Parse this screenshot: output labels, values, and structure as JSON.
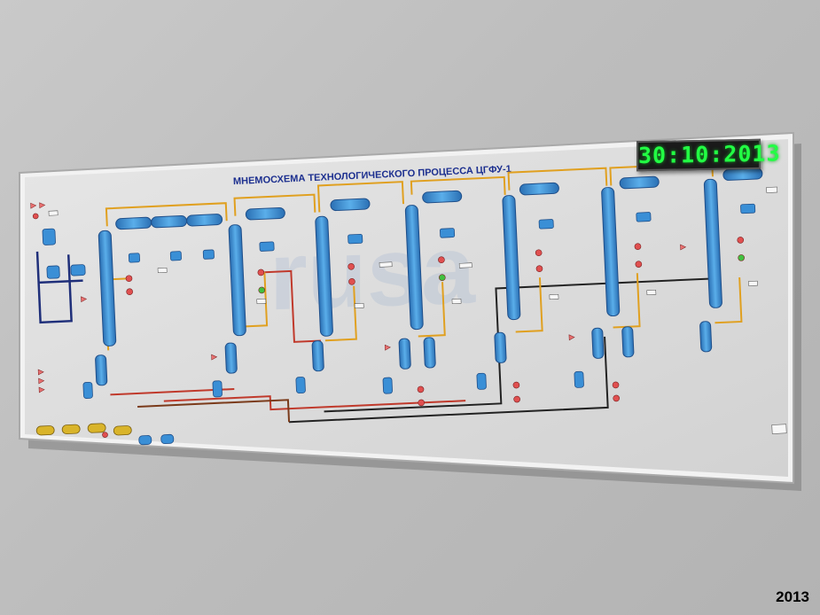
{
  "board": {
    "title": "МНЕМОСХЕМА ТЕХНОЛОГИЧЕСКОГО ПРОЦЕССА ЦГФУ-1",
    "clock_display": "30:10:2013"
  },
  "photo_label": "2013",
  "colors": {
    "wall": "#c2c2c2",
    "board_face": "#dcdcdc",
    "vessel_blue": "#3a8fd6",
    "pipe_orange": "#e0a020",
    "pipe_red": "#c0392b",
    "pipe_navy": "#1f2f7a",
    "pipe_black": "#222222",
    "pump_red": "#e05050",
    "pump_green": "#40c040",
    "clock_digits": "#22ff44",
    "title_text": "#1c2f8f"
  },
  "icons": [
    "distillation-column-icon",
    "heat-exchanger-icon",
    "pump-icon",
    "valve-icon",
    "tank-icon",
    "reflux-drum-icon"
  ]
}
